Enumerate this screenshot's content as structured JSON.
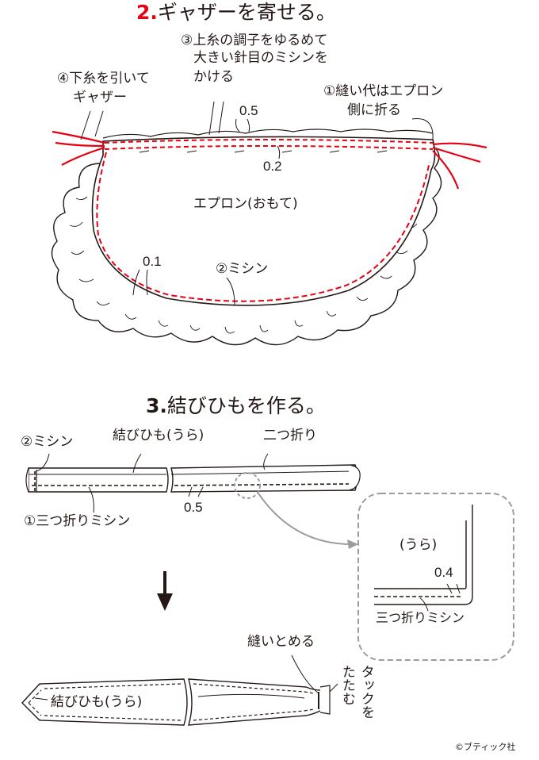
{
  "colors": {
    "ink": "#231815",
    "accent_red": "#e60012",
    "callout_gray": "#9c9c9c"
  },
  "step2": {
    "number": "2.",
    "title": "ギャザーを寄せる。",
    "note1": [
      "①縫い代はエプロン",
      "側に折る"
    ],
    "note2": "②ミシン",
    "note3": [
      "③上糸の調子をゆるめて",
      "大きい針目のミシンを",
      "かける"
    ],
    "note4": [
      "④下糸を引いて",
      "ギャザー"
    ],
    "dim_05": "0.5",
    "dim_02": "0.2",
    "dim_01": "0.1",
    "apron_label": "エプロン(おもて)"
  },
  "step3": {
    "number": "3.",
    "title": "結びひもを作る。",
    "tie_back_label": "結びひも(うら)",
    "fold_label": "二つ折り",
    "stitch2": "②ミシン",
    "stitch1": "①三つ折りミシン",
    "dim_05": "0.5",
    "zoom_back": "(うら)",
    "zoom_dim": "0.4",
    "zoom_stitch": "三つ折りミシン",
    "sew_stop": "縫いとめる",
    "tuck": [
      "タックを",
      "たたむ"
    ],
    "tie_back_label_2": "結びひも(うら)"
  },
  "credit": "©ブティック社"
}
